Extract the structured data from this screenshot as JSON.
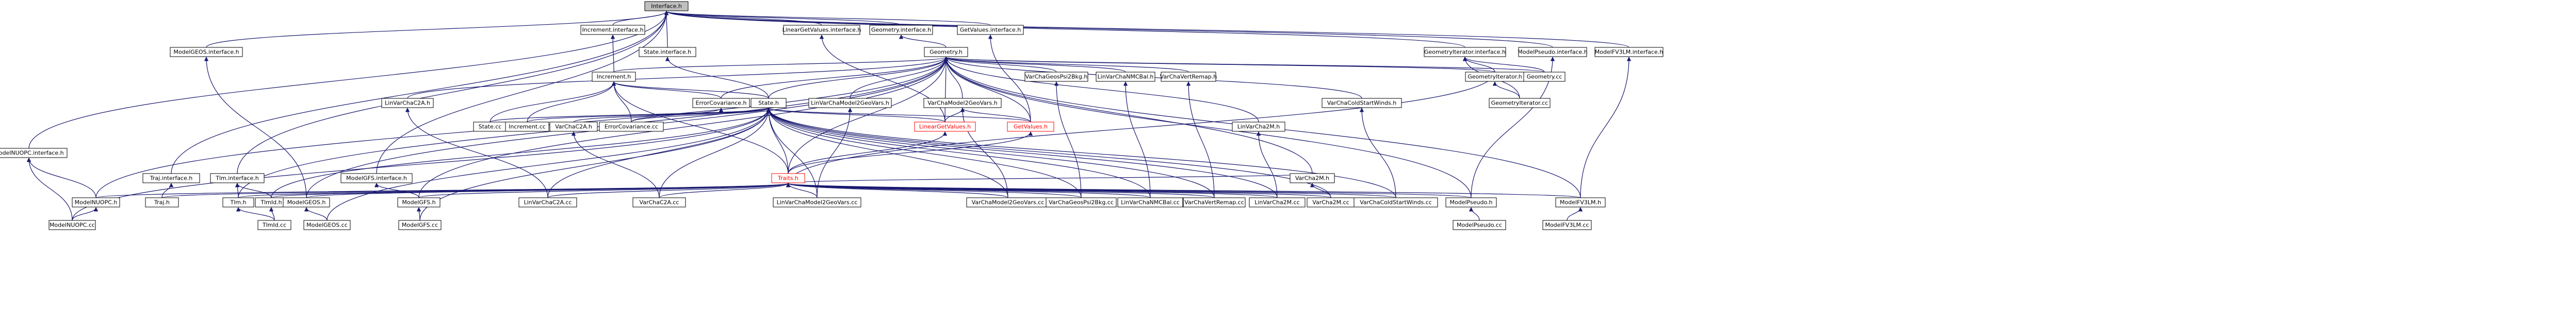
{
  "diagram": {
    "type": "include-dependency-graph",
    "colors": {
      "edge": "#191970",
      "root_fill": "#bfbfbf",
      "node_fill": "#ffffff",
      "highlight_text": "#ff0000"
    },
    "nodes": [
      {
        "id": "interface_h",
        "label": "Interface.h",
        "root": true
      },
      {
        "id": "increment_interface_h",
        "label": "Increment.interface.h"
      },
      {
        "id": "lineargetvalues_interface_h",
        "label": "LinearGetValues.interface.h"
      },
      {
        "id": "geometry_interface_h",
        "label": "Geometry.interface.h"
      },
      {
        "id": "getvalues_interface_h",
        "label": "GetValues.interface.h"
      },
      {
        "id": "modelgeos_interface_h",
        "label": "ModelGEOS.interface.h"
      },
      {
        "id": "state_interface_h",
        "label": "State.interface.h"
      },
      {
        "id": "geometryiterator_interface_h",
        "label": "GeometryIterator.interface.h"
      },
      {
        "id": "modelpseudo_interface_h",
        "label": "ModelPseudo.interface.h"
      },
      {
        "id": "modelfv3lm_interface_h",
        "label": "ModelFV3LM.interface.h"
      },
      {
        "id": "geometry_h",
        "label": "Geometry.h"
      },
      {
        "id": "increment_h",
        "label": "Increment.h"
      },
      {
        "id": "varchageosfd2bg_h",
        "label": "VarChaGeosPsi2Bkg.h"
      },
      {
        "id": "linvarchanmcbal_h",
        "label": "LinVarChaNMCBal.h"
      },
      {
        "id": "varchavertremap_h",
        "label": "VarChaVertRemap.h"
      },
      {
        "id": "geometryiterator_h",
        "label": "GeometryIterator.h"
      },
      {
        "id": "geometry_cc",
        "label": "Geometry.cc"
      },
      {
        "id": "linvarchac2a_h",
        "label": "LinVarChaC2A.h"
      },
      {
        "id": "errorcovariance_h",
        "label": "ErrorCovariance.h"
      },
      {
        "id": "state_h",
        "label": "State.h"
      },
      {
        "id": "linvarchamodel2geovars_h",
        "label": "LinVarChaModel2GeoVars.h"
      },
      {
        "id": "varchamodel2geovars_h",
        "label": "VarChaModel2GeoVars.h"
      },
      {
        "id": "varchacoldstartwinds_h",
        "label": "VarChaColdStartWinds.h"
      },
      {
        "id": "geometryiterator_cc",
        "label": "GeometryIterator.cc"
      },
      {
        "id": "state_cc",
        "label": "State.cc"
      },
      {
        "id": "increment_cc",
        "label": "Increment.cc"
      },
      {
        "id": "varchac2a_h",
        "label": "VarChaC2A.h"
      },
      {
        "id": "errorcovariance_cc",
        "label": "ErrorCovariance.cc"
      },
      {
        "id": "lineargetvalues_h",
        "label": "LinearGetValues.h",
        "red": true
      },
      {
        "id": "getvalues_h",
        "label": "GetValues.h",
        "red": true
      },
      {
        "id": "linvarcha2m_h",
        "label": "LinVarCha2M.h"
      },
      {
        "id": "modelnuopc_interface_h",
        "label": "ModelNUOPC.interface.h"
      },
      {
        "id": "traj_interface_h",
        "label": "Traj.interface.h"
      },
      {
        "id": "tlm_interface_h",
        "label": "Tlm.interface.h"
      },
      {
        "id": "modelgfs_interface_h",
        "label": "ModelGFS.interface.h"
      },
      {
        "id": "traits_h",
        "label": "Traits.h",
        "red": true
      },
      {
        "id": "varcha2m_h",
        "label": "VarCha2M.h"
      },
      {
        "id": "modelnuopc_h",
        "label": "ModelNUOPC.h"
      },
      {
        "id": "traj_h",
        "label": "Traj.h"
      },
      {
        "id": "tlm_h",
        "label": "Tlm.h"
      },
      {
        "id": "tlmid_h",
        "label": "TlmId.h"
      },
      {
        "id": "modelgeos_h",
        "label": "ModelGEOS.h"
      },
      {
        "id": "modelgfs_h",
        "label": "ModelGFS.h"
      },
      {
        "id": "linvarchac2a_cc",
        "label": "LinVarChaC2A.cc"
      },
      {
        "id": "varchac2a_cc",
        "label": "VarChaC2A.cc"
      },
      {
        "id": "linvarchamodel2geovars_cc",
        "label": "LinVarChaModel2GeoVars.cc"
      },
      {
        "id": "varchamodel2geovars_cc",
        "label": "VarChaModel2GeoVars.cc"
      },
      {
        "id": "varchageospsi2bkg_cc",
        "label": "VarChaGeosPsi2Bkg.cc"
      },
      {
        "id": "linvarchanmcbal_cc",
        "label": "LinVarChaNMCBal.cc"
      },
      {
        "id": "varchavertremap_cc",
        "label": "VarChaVertRemap.cc"
      },
      {
        "id": "linvarcha2m_cc",
        "label": "LinVarCha2M.cc"
      },
      {
        "id": "varcha2m_cc",
        "label": "VarCha2M.cc"
      },
      {
        "id": "varchacoldstartwinds_cc",
        "label": "VarChaColdStartWinds.cc"
      },
      {
        "id": "modelpseudo_h",
        "label": "ModelPseudo.h"
      },
      {
        "id": "modelfv3lm_h",
        "label": "ModelFV3LM.h"
      },
      {
        "id": "modelnuopc_cc",
        "label": "ModelNUOPC.cc"
      },
      {
        "id": "tlmid_cc",
        "label": "TlmId.cc"
      },
      {
        "id": "modelgeos_cc",
        "label": "ModelGEOS.cc"
      },
      {
        "id": "modelgfs_cc",
        "label": "ModelGFS.cc"
      },
      {
        "id": "modelpseudo_cc",
        "label": "ModelPseudo.cc"
      },
      {
        "id": "modelfv3lm_cc",
        "label": "ModelFV3LM.cc"
      }
    ],
    "edges": [
      [
        "increment_interface_h",
        "interface_h"
      ],
      [
        "lineargetvalues_interface_h",
        "interface_h"
      ],
      [
        "geometry_interface_h",
        "interface_h"
      ],
      [
        "getvalues_interface_h",
        "interface_h"
      ],
      [
        "modelgeos_interface_h",
        "interface_h"
      ],
      [
        "state_interface_h",
        "interface_h"
      ],
      [
        "geometryiterator_interface_h",
        "interface_h"
      ],
      [
        "modelpseudo_interface_h",
        "interface_h"
      ],
      [
        "modelfv3lm_interface_h",
        "interface_h"
      ],
      [
        "modelnuopc_interface_h",
        "interface_h"
      ],
      [
        "traj_interface_h",
        "interface_h"
      ],
      [
        "tlm_interface_h",
        "interface_h"
      ],
      [
        "modelgfs_interface_h",
        "interface_h"
      ],
      [
        "geometry_h",
        "geometry_interface_h"
      ],
      [
        "increment_h",
        "increment_interface_h"
      ],
      [
        "geometryiterator_h",
        "geometryiterator_interface_h"
      ],
      [
        "geometry_cc",
        "geometryiterator_interface_h"
      ],
      [
        "geometryiterator_cc",
        "geometryiterator_interface_h"
      ],
      [
        "increment_h",
        "geometry_h"
      ],
      [
        "varchageosfd2bg_h",
        "geometry_h"
      ],
      [
        "linvarchanmcbal_h",
        "geometry_h"
      ],
      [
        "varchavertremap_h",
        "geometry_h"
      ],
      [
        "geometryiterator_h",
        "geometry_h"
      ],
      [
        "geometry_cc",
        "geometry_h"
      ],
      [
        "linvarchac2a_h",
        "geometry_h"
      ],
      [
        "errorcovariance_h",
        "geometry_h"
      ],
      [
        "state_h",
        "geometry_h"
      ],
      [
        "linvarchamodel2geovars_h",
        "geometry_h"
      ],
      [
        "varchamodel2geovars_h",
        "geometry_h"
      ],
      [
        "varchacoldstartwinds_h",
        "geometry_h"
      ],
      [
        "lineargetvalues_h",
        "geometry_h"
      ],
      [
        "getvalues_h",
        "geometry_h"
      ],
      [
        "linvarcha2m_h",
        "geometry_h"
      ],
      [
        "varcha2m_h",
        "geometry_h"
      ],
      [
        "traits_h",
        "geometry_h"
      ],
      [
        "modelnuopc_h",
        "geometry_h"
      ],
      [
        "tlm_h",
        "geometry_h"
      ],
      [
        "modelgeos_h",
        "geometry_h"
      ],
      [
        "modelgfs_h",
        "geometry_h"
      ],
      [
        "modelpseudo_h",
        "geometry_h"
      ],
      [
        "modelfv3lm_h",
        "geometry_h"
      ],
      [
        "state_h",
        "increment_h"
      ],
      [
        "errorcovariance_h",
        "increment_h"
      ],
      [
        "state_cc",
        "increment_h"
      ],
      [
        "increment_cc",
        "increment_h"
      ],
      [
        "errorcovariance_cc",
        "increment_h"
      ],
      [
        "traits_h",
        "increment_h"
      ],
      [
        "state_h",
        "state_interface_h"
      ],
      [
        "state_cc",
        "state_h"
      ],
      [
        "increment_cc",
        "state_h"
      ],
      [
        "varchac2a_h",
        "state_h"
      ],
      [
        "errorcovariance_cc",
        "state_h"
      ],
      [
        "lineargetvalues_h",
        "state_h"
      ],
      [
        "getvalues_h",
        "state_h"
      ],
      [
        "traits_h",
        "state_h"
      ],
      [
        "tlmid_h",
        "state_h"
      ],
      [
        "modelnuopc_cc",
        "state_h"
      ],
      [
        "varchac2a_cc",
        "state_h"
      ],
      [
        "linvarchac2a_cc",
        "state_h"
      ],
      [
        "modelgeos_cc",
        "state_h"
      ],
      [
        "modelgfs_cc",
        "state_h"
      ],
      [
        "linvarchamodel2geovars_cc",
        "state_h"
      ],
      [
        "varchamodel2geovars_cc",
        "state_h"
      ],
      [
        "varchageospsi2bkg_cc",
        "state_h"
      ],
      [
        "linvarchanmcbal_cc",
        "state_h"
      ],
      [
        "varchavertremap_cc",
        "state_h"
      ],
      [
        "linvarcha2m_cc",
        "state_h"
      ],
      [
        "varcha2m_cc",
        "state_h"
      ],
      [
        "varchacoldstartwinds_cc",
        "state_h"
      ],
      [
        "errorcovariance_cc",
        "errorcovariance_h"
      ],
      [
        "lineargetvalues_h",
        "lineargetvalues_interface_h"
      ],
      [
        "getvalues_h",
        "getvalues_interface_h"
      ],
      [
        "lineargetvalues_h",
        "varchamodel2geovars_h"
      ],
      [
        "getvalues_h",
        "varchamodel2geovars_h"
      ],
      [
        "traits_h",
        "lineargetvalues_h"
      ],
      [
        "traits_h",
        "getvalues_h"
      ],
      [
        "varchac2a_cc",
        "varchac2a_h"
      ],
      [
        "linvarchac2a_cc",
        "linvarchac2a_h"
      ],
      [
        "linvarchamodel2geovars_cc",
        "linvarchamodel2geovars_h"
      ],
      [
        "varchamodel2geovars_cc",
        "varchamodel2geovars_h"
      ],
      [
        "varchageospsi2bkg_cc",
        "varchageosfd2bg_h"
      ],
      [
        "linvarchanmcbal_cc",
        "linvarchanmcbal_h"
      ],
      [
        "varchavertremap_cc",
        "varchavertremap_h"
      ],
      [
        "linvarcha2m_cc",
        "linvarcha2m_h"
      ],
      [
        "varcha2m_cc",
        "varcha2m_h"
      ],
      [
        "varchacoldstartwinds_cc",
        "varchacoldstartwinds_h"
      ],
      [
        "geometryiterator_cc",
        "geometryiterator_h"
      ],
      [
        "geometryiterator_h",
        "traits_h"
      ],
      [
        "modelnuopc_h",
        "modelnuopc_interface_h"
      ],
      [
        "modelnuopc_cc",
        "modelnuopc_interface_h"
      ],
      [
        "modelnuopc_cc",
        "modelnuopc_h"
      ],
      [
        "traj_h",
        "traj_interface_h"
      ],
      [
        "tlm_h",
        "tlm_interface_h"
      ],
      [
        "tlmid_h",
        "tlm_interface_h"
      ],
      [
        "modelgfs_h",
        "modelgfs_interface_h"
      ],
      [
        "modelgeos_h",
        "modelgeos_interface_h"
      ],
      [
        "modelpseudo_h",
        "modelpseudo_interface_h"
      ],
      [
        "modelfv3lm_h",
        "modelfv3lm_interface_h"
      ],
      [
        "modelnuopc_h",
        "traits_h"
      ],
      [
        "traj_h",
        "traits_h"
      ],
      [
        "tlm_h",
        "traits_h"
      ],
      [
        "tlmid_h",
        "traits_h"
      ],
      [
        "modelgeos_h",
        "traits_h"
      ],
      [
        "modelgfs_h",
        "traits_h"
      ],
      [
        "linvarchac2a_cc",
        "traits_h"
      ],
      [
        "varchac2a_cc",
        "traits_h"
      ],
      [
        "linvarchamodel2geovars_cc",
        "traits_h"
      ],
      [
        "varchamodel2geovars_cc",
        "traits_h"
      ],
      [
        "varchageospsi2bkg_cc",
        "traits_h"
      ],
      [
        "linvarchanmcbal_cc",
        "traits_h"
      ],
      [
        "varchavertremap_cc",
        "traits_h"
      ],
      [
        "linvarcha2m_cc",
        "traits_h"
      ],
      [
        "varcha2m_cc",
        "traits_h"
      ],
      [
        "varchacoldstartwinds_cc",
        "traits_h"
      ],
      [
        "modelpseudo_h",
        "traits_h"
      ],
      [
        "modelfv3lm_h",
        "traits_h"
      ],
      [
        "varcha2m_h",
        "traits_h"
      ],
      [
        "tlmid_cc",
        "tlmid_h"
      ],
      [
        "tlmid_cc",
        "tlm_h"
      ],
      [
        "modelgeos_cc",
        "modelgeos_h"
      ],
      [
        "modelgfs_cc",
        "modelgfs_h"
      ],
      [
        "modelpseudo_cc",
        "modelpseudo_h"
      ],
      [
        "modelfv3lm_cc",
        "modelfv3lm_h"
      ]
    ]
  }
}
